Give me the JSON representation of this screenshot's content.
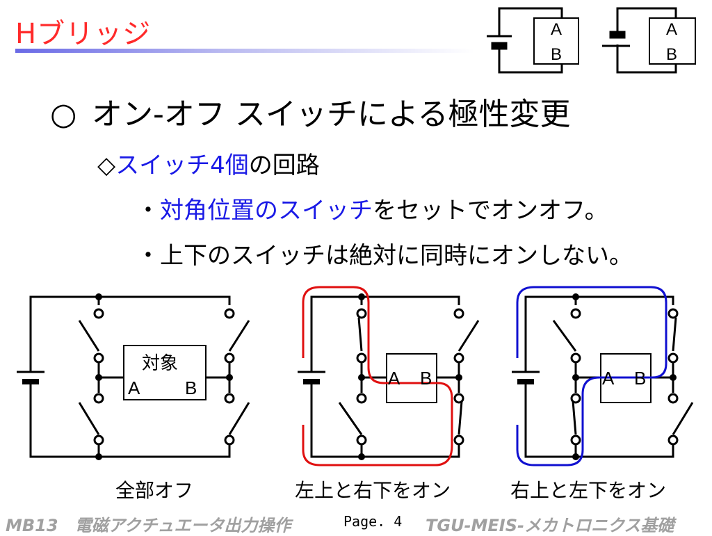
{
  "slide": {
    "title": "Hブリッジ",
    "heading_mark": "○",
    "heading_text": "オン-オフ スイッチによる極性変更",
    "line1": {
      "prefix": "◇",
      "highlight": "スイッチ4個",
      "rest": "の回路"
    },
    "line2": {
      "bullet": "・",
      "highlight": "対角位置のスイッチ",
      "rest": "をセットでオンオフ。"
    },
    "line3": {
      "bullet": "・",
      "text": "上下のスイッチは絶対に同時にオンしない。"
    }
  },
  "polarity_diagrams": {
    "left": {
      "label_a": "A",
      "label_b": "B"
    },
    "right": {
      "label_a": "A",
      "label_b": "B"
    }
  },
  "circuits": [
    {
      "caption": "全部オフ",
      "load_title": "対象",
      "label_a": "A",
      "label_b": "B"
    },
    {
      "caption": "左上と右下をオン",
      "label_a": "A",
      "label_b": "B",
      "path_color": "#e01010"
    },
    {
      "caption": "右上と左下をオン",
      "label_a": "A",
      "label_b": "B",
      "path_color": "#1010d0"
    }
  ],
  "footer": {
    "left": "MB13　電磁アクチュエータ出力操作",
    "page": "Page. 4",
    "right": "TGU-MEIS-メカトロニクス基礎"
  }
}
